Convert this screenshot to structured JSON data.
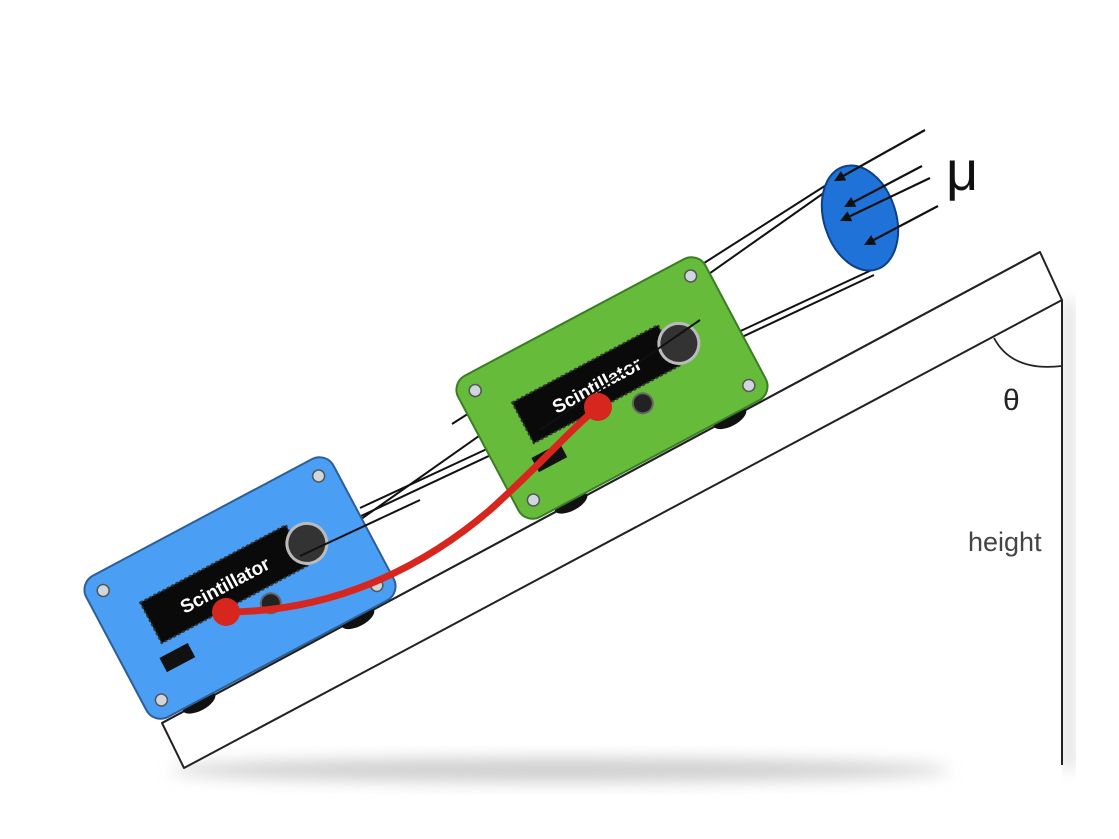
{
  "particle_symbol": "μ",
  "angle_symbol": "θ",
  "height_label": "height",
  "detectors": [
    {
      "label": "Scintillator",
      "color": "#4a9ff5"
    },
    {
      "label": "Scintillator",
      "color": "#66bb3a"
    }
  ],
  "colors": {
    "beam": "#1f73d8",
    "cable": "#d7261e",
    "ramp": "#ffffff",
    "outline": "#222222"
  }
}
